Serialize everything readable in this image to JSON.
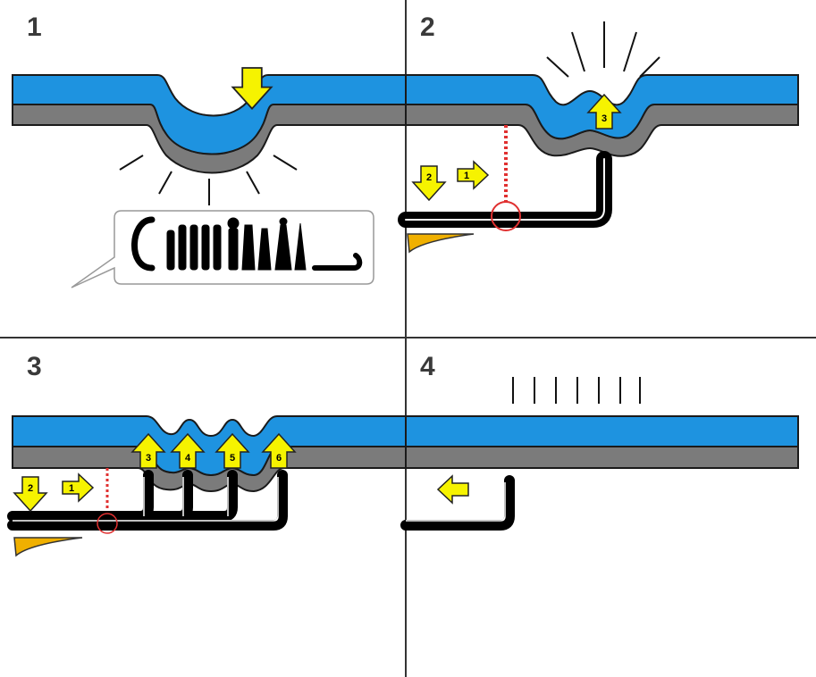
{
  "panels": [
    {
      "number": "1"
    },
    {
      "number": "2",
      "steps": [
        "1",
        "2",
        "3"
      ]
    },
    {
      "number": "3",
      "steps": [
        "1",
        "2",
        "3",
        "4",
        "5",
        "6"
      ]
    },
    {
      "number": "4"
    }
  ],
  "colors": {
    "paint": "#1e93e0",
    "metal": "#7b7b7b",
    "outline": "#1a1a1a",
    "arrow": "#f6f300",
    "tool": "#000000",
    "hook": "#e03030",
    "wedge": "#f0b000",
    "divider": "#333333"
  },
  "icons": [
    "press-down-arrow",
    "push-up-arrow",
    "move-right-arrow",
    "move-down-arrow",
    "move-left-arrow",
    "hook-chain",
    "tool-set"
  ]
}
